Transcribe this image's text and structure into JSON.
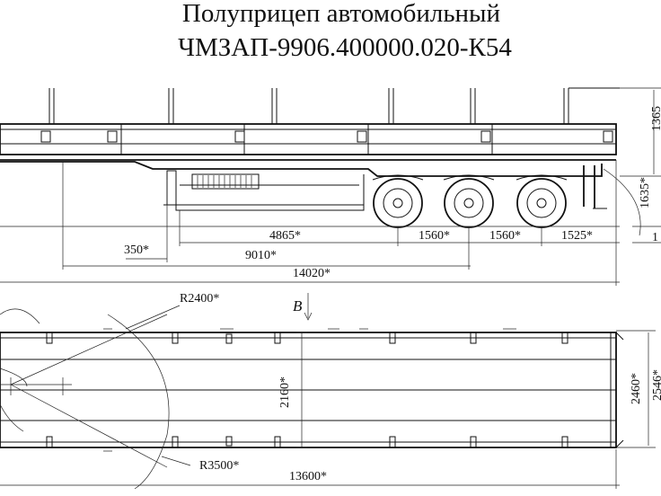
{
  "title": {
    "line1": "Полуприцеп автомобильный",
    "line2": "ЧМЗАП-9906.400000.020-К54"
  },
  "side_view": {
    "dims": {
      "d350": "350*",
      "d4865": "4865*",
      "d1560a": "1560*",
      "d1560b": "1560*",
      "d1525": "1525*",
      "d9010": "9010*",
      "d14020": "14020*",
      "d1365": "1365",
      "d1635": "1635*",
      "d1_cut": "1"
    }
  },
  "top_view": {
    "dims": {
      "r2400": "R2400*",
      "r3500": "R3500*",
      "d2160": "2160*",
      "d2460": "2460*",
      "d13600": "13600*",
      "d2546_cut": "2546*"
    },
    "view_label": "B"
  }
}
